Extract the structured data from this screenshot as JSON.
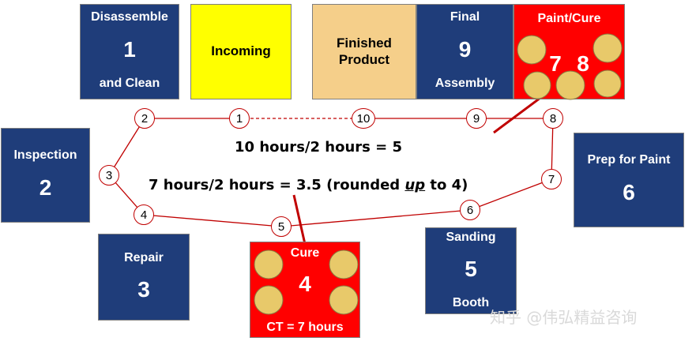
{
  "boxes": {
    "disassemble": {
      "top": "Disassemble",
      "num": "1",
      "bottom": "and Clean"
    },
    "incoming": {
      "label": "Incoming"
    },
    "finished": {
      "line1": "Finished",
      "line2": "Product"
    },
    "final": {
      "top": "Final",
      "num": "9",
      "bottom": "Assembly"
    },
    "paint_cure": {
      "top": "Paint/Cure",
      "num_a": "7",
      "num_b": "8"
    },
    "inspection": {
      "top": "Inspection",
      "num": "2"
    },
    "prep": {
      "top": "Prep for Paint",
      "num": "6"
    },
    "repair": {
      "top": "Repair",
      "num": "3"
    },
    "cure": {
      "top": "Cure",
      "num": "4",
      "bottom": "CT = 7 hours"
    },
    "sanding": {
      "top": "Sanding",
      "num": "5",
      "bottom": "Booth"
    }
  },
  "nodes": [
    "1",
    "2",
    "3",
    "4",
    "5",
    "6",
    "7",
    "8",
    "9",
    "10"
  ],
  "equations": {
    "eq1": "10 hours/2 hours = 5",
    "eq2_pre": "7 hours/2 hours = 3.5 (rounded ",
    "eq2_em": "up",
    "eq2_post": " to 4)"
  },
  "watermark": "知乎 @伟弘精益咨询",
  "colors": {
    "navy": "#1f3d7a",
    "yellow": "#ffff00",
    "tan": "#f5cf8a",
    "red": "#ff0000",
    "loop_line": "#c00000",
    "oven_disc": "#e8c96a"
  }
}
